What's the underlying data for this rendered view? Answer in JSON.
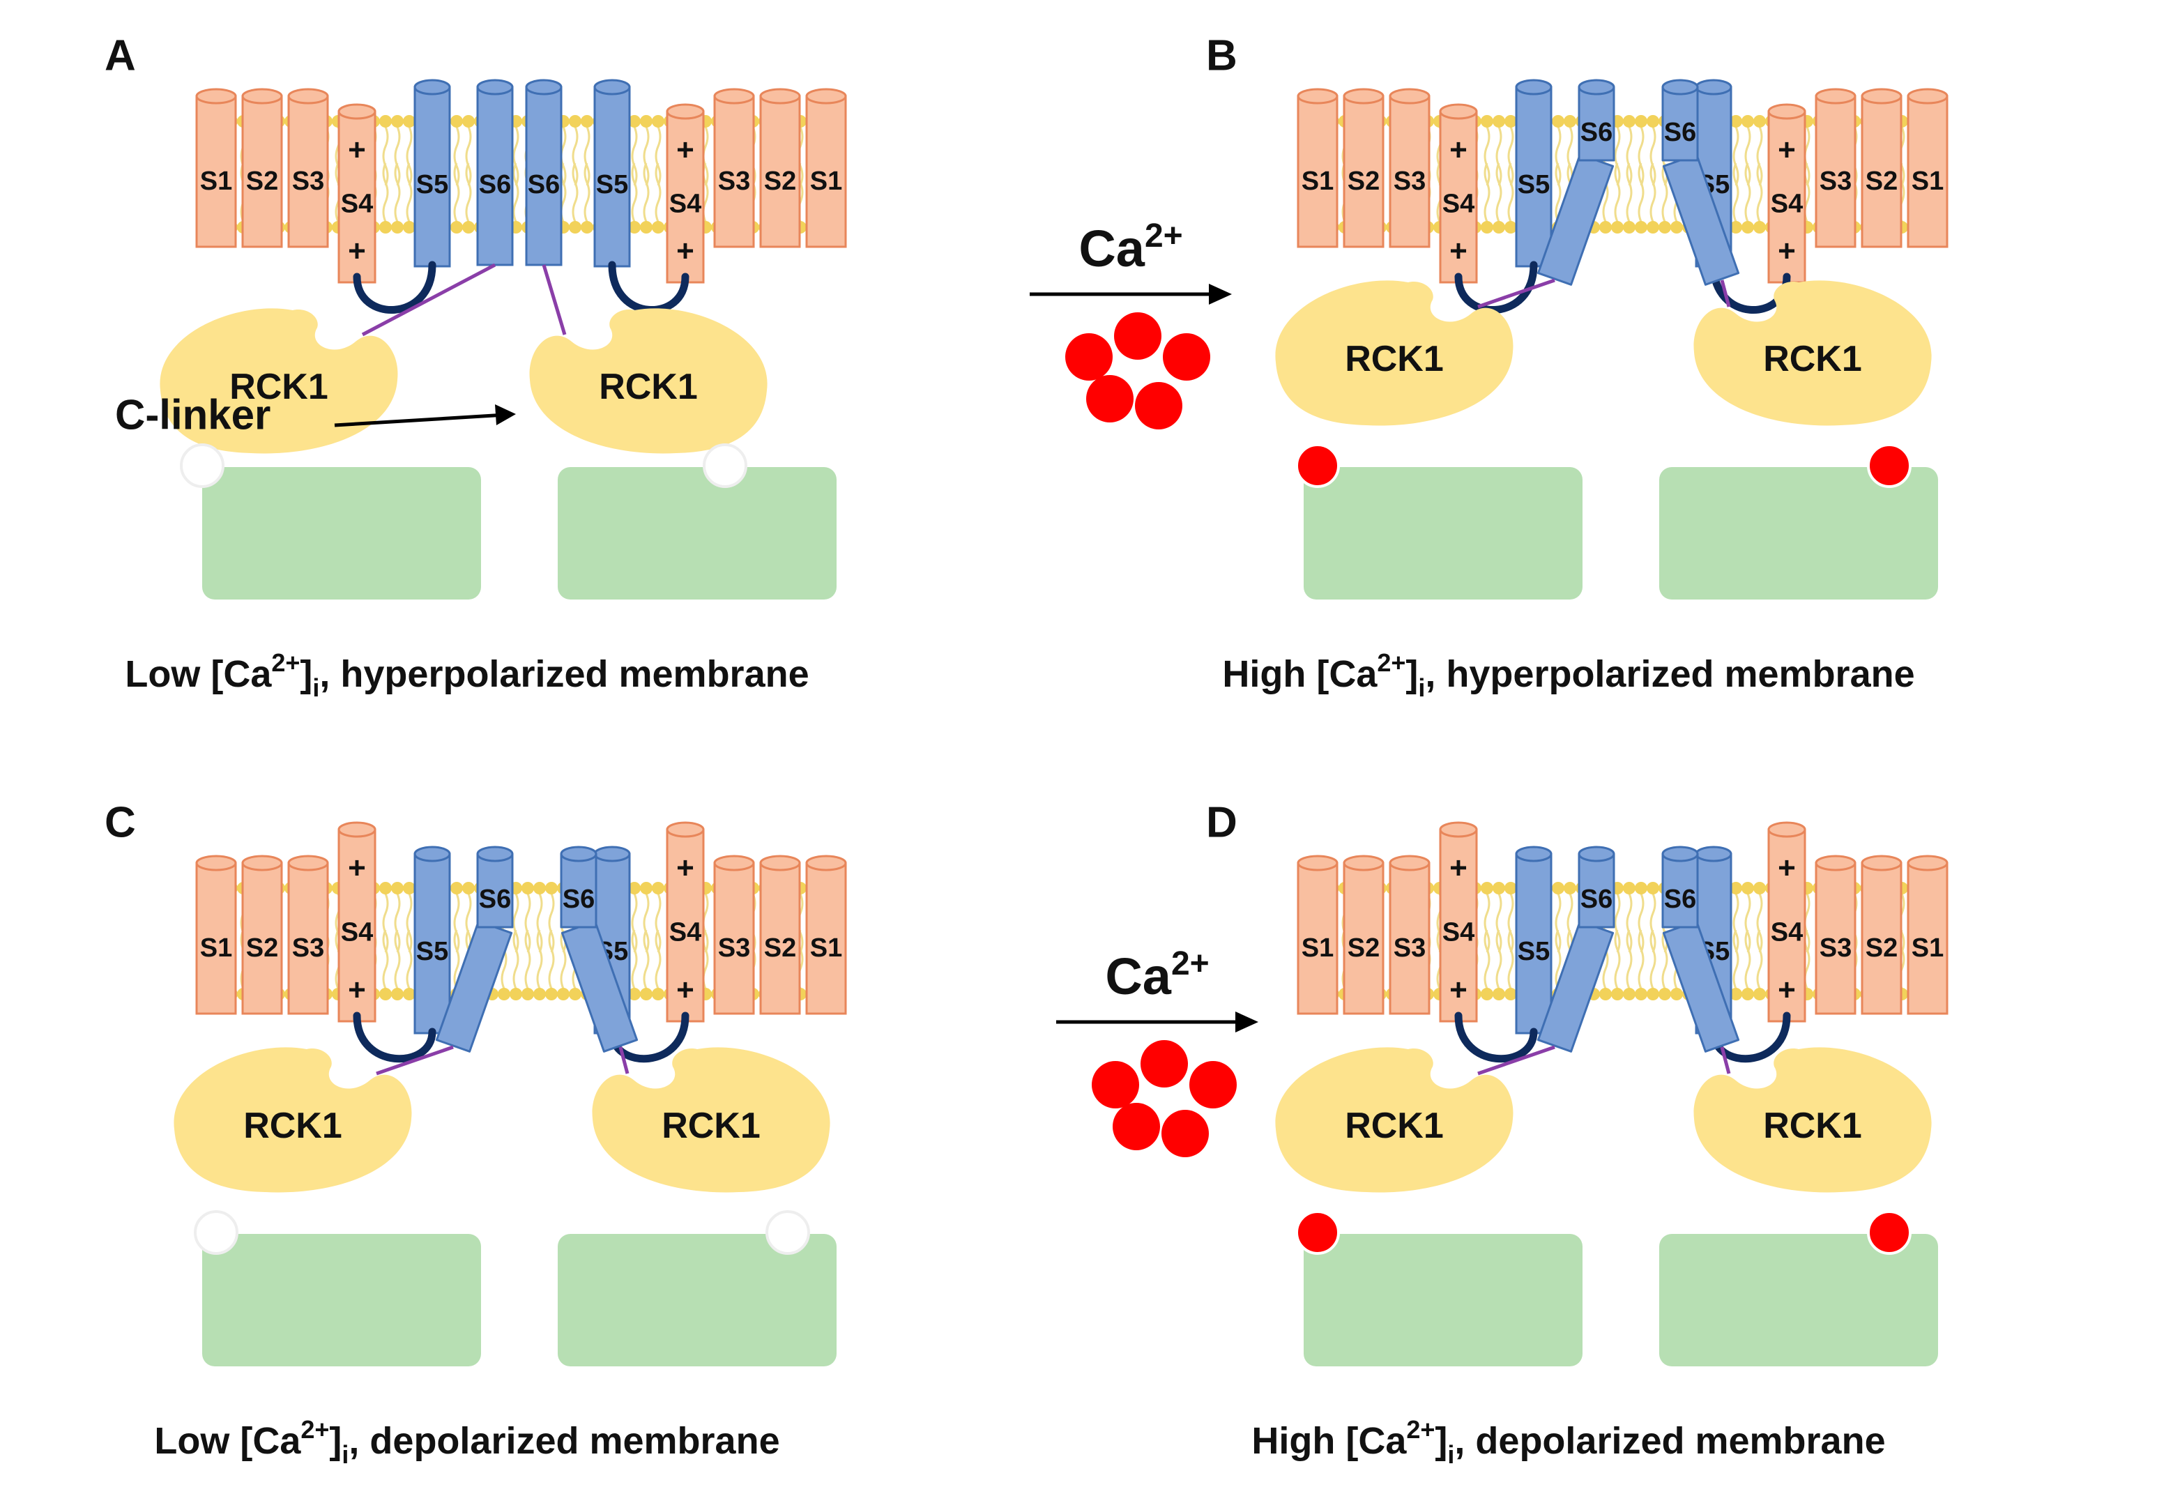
{
  "arrow_label": {
    "base": "Ca",
    "sup": "2+"
  },
  "callout": "C-linker",
  "helix": {
    "s1": "S1",
    "s2": "S2",
    "s3": "S3",
    "s4": "S4",
    "s5": "S5",
    "s6": "S6",
    "plus": "+"
  },
  "domain_label": "RCK1",
  "panels": [
    {
      "letter": "A",
      "caption": {
        "pre": "Low [Ca",
        "sup": "2+",
        "mid": "]",
        "sub": "i",
        "post": ", hyperpolarized membrane"
      },
      "s4_state": "down",
      "s6_state": "straight",
      "ca_bound": false
    },
    {
      "letter": "B",
      "caption": {
        "pre": "High [Ca",
        "sup": "2+",
        "mid": "]",
        "sub": "i",
        "post": ", hyperpolarized membrane"
      },
      "s4_state": "down",
      "s6_state": "bent",
      "ca_bound": true
    },
    {
      "letter": "C",
      "caption": {
        "pre": "Low [Ca",
        "sup": "2+",
        "mid": "]",
        "sub": "i",
        "post": ", depolarized membrane"
      },
      "s4_state": "up",
      "s6_state": "bent",
      "ca_bound": false
    },
    {
      "letter": "D",
      "caption": {
        "pre": "High [Ca",
        "sup": "2+",
        "mid": "]",
        "sub": "i",
        "post": ", depolarized membrane"
      },
      "s4_state": "up",
      "s6_state": "bent",
      "ca_bound": true
    }
  ],
  "colors": {
    "helix_vsd": "#f9bfa0",
    "helix_vsd_stroke": "#e8865a",
    "helix_pore": "#7fa3d9",
    "helix_pore_stroke": "#3f6fb3",
    "lipid": "#f2d25a",
    "lipid_tail": "#f0dd8c",
    "rck1": "#fde38d",
    "gating_ring": "#b7dfb3",
    "calcium": "#ff0000",
    "linker_loop": "#0e2a5c",
    "c_linker": "#8a3ea8",
    "text": "#111111"
  }
}
